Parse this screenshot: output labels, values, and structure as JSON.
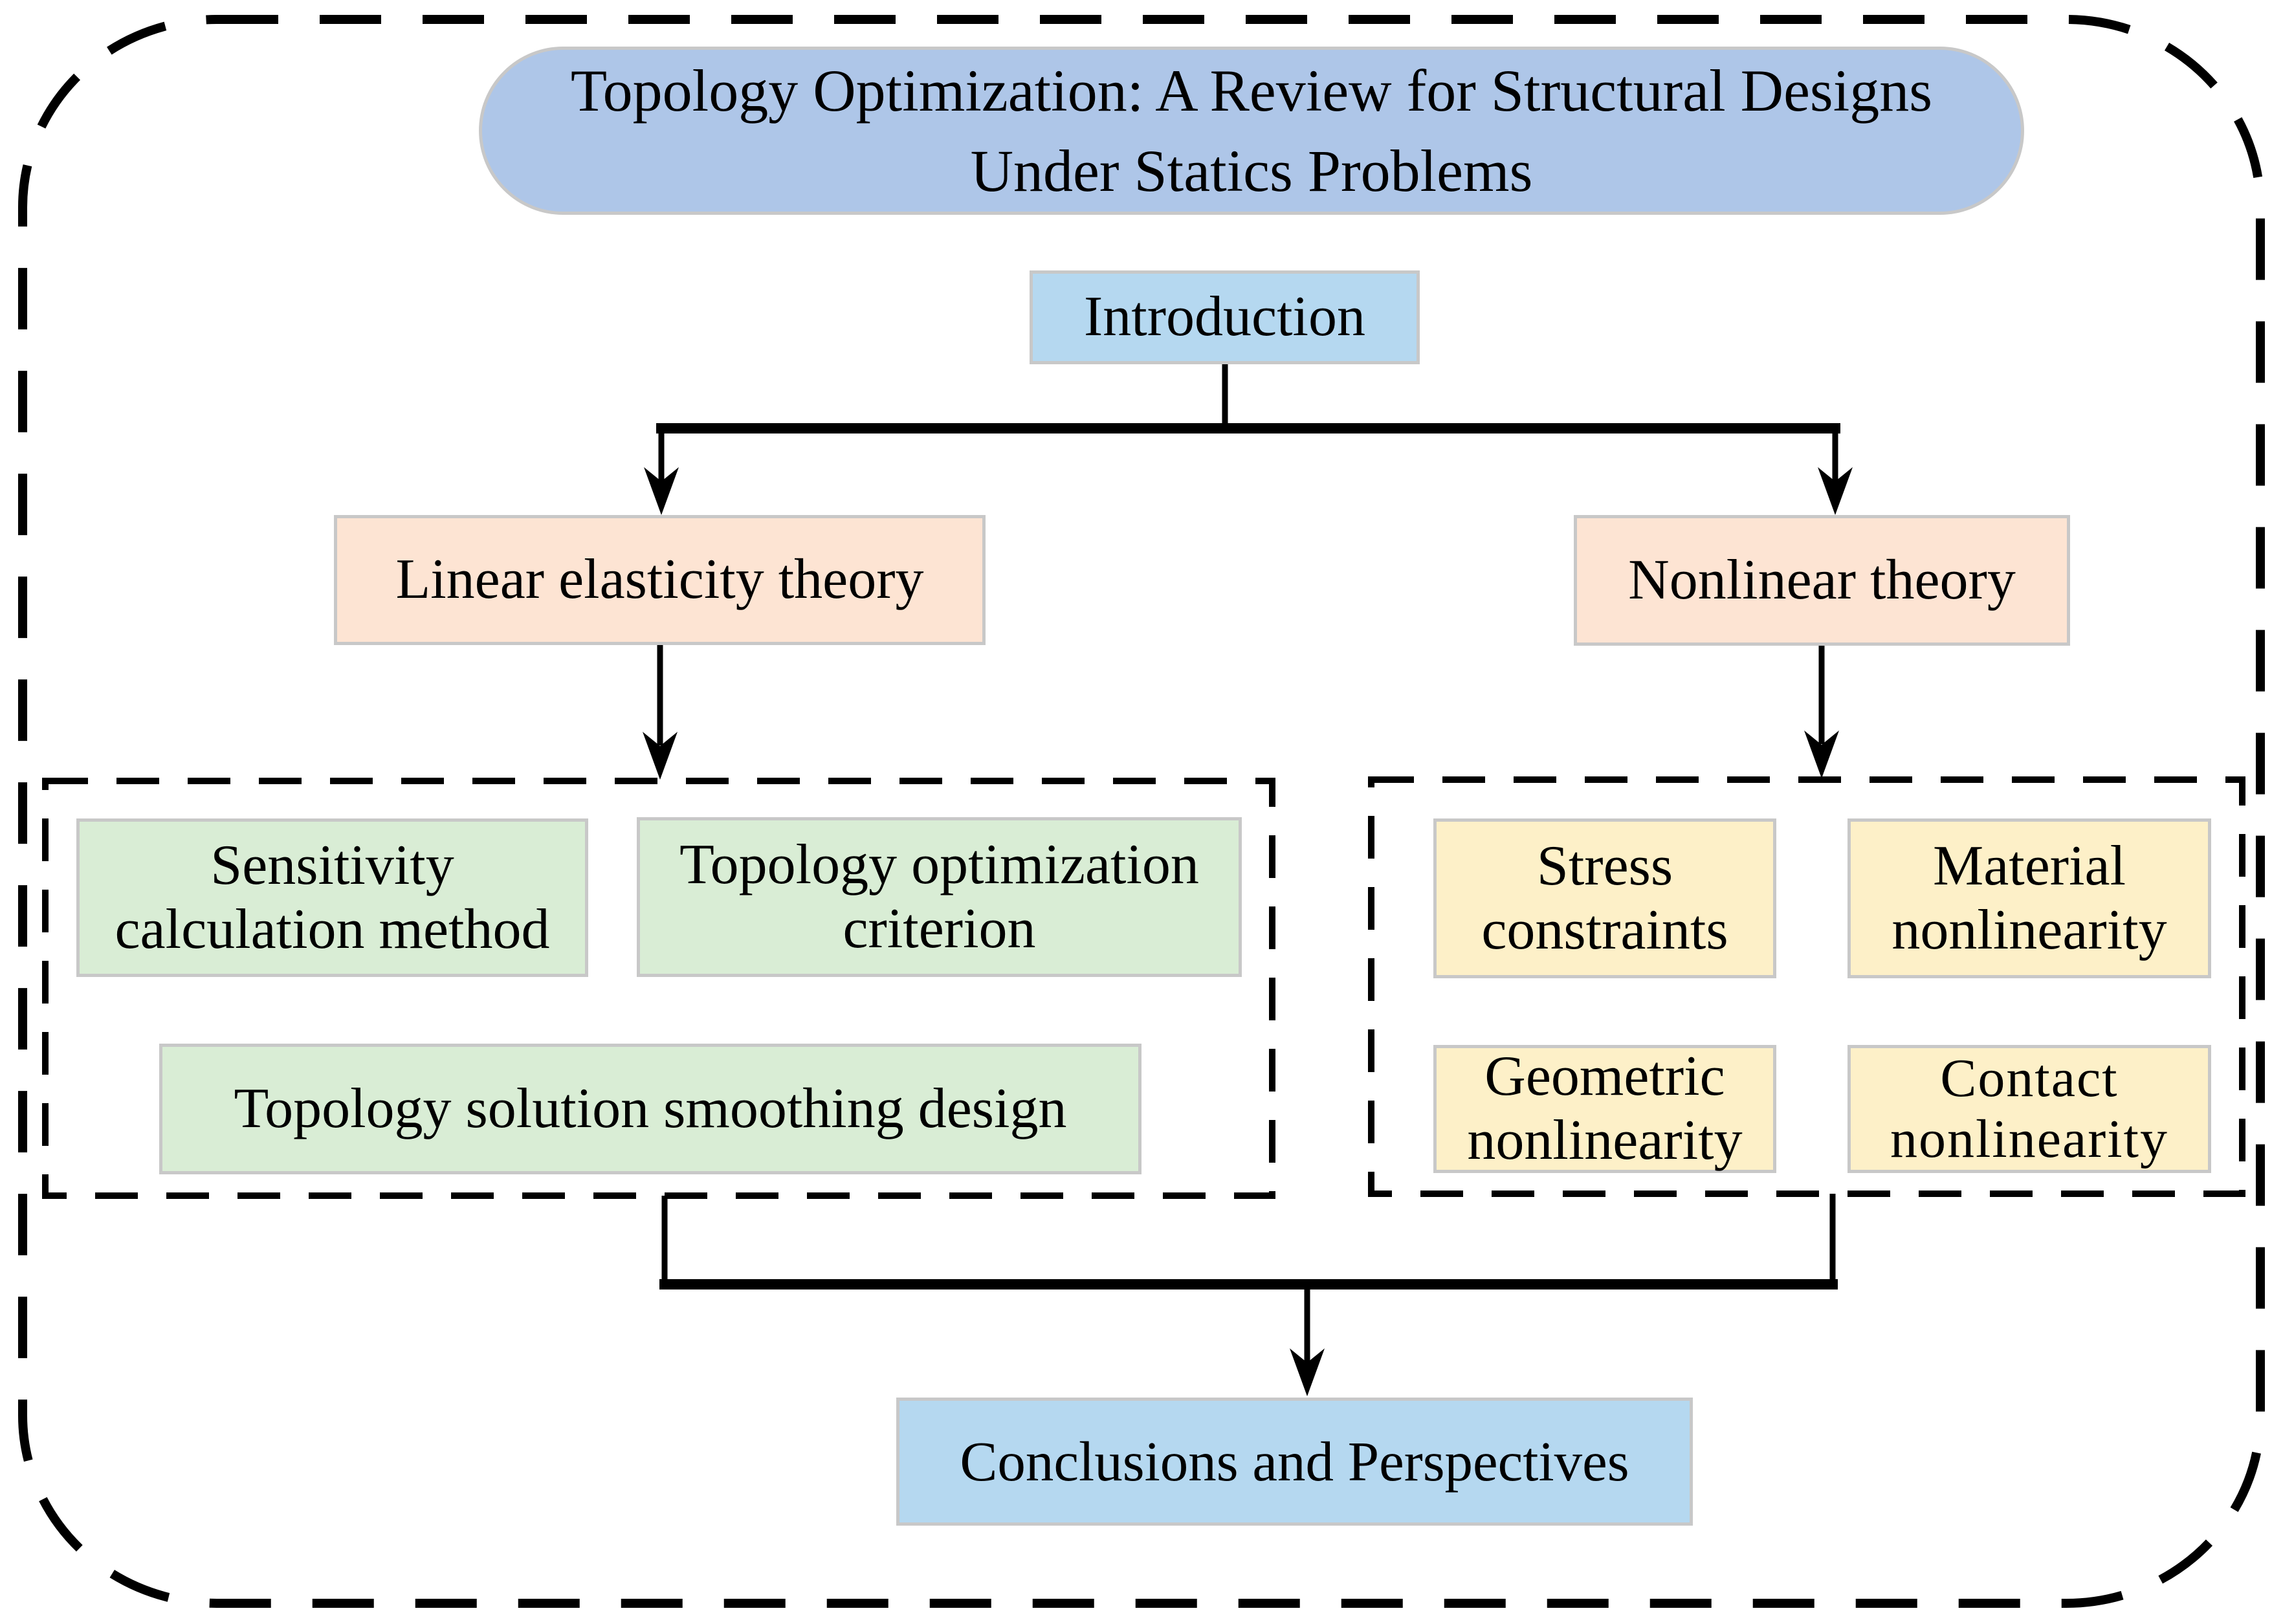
{
  "diagram": {
    "title": "Topology Optimization: A Review for Structural Designs Under Statics Problems",
    "title_lines": [
      "Topology Optimization: A Review for Structural Designs",
      "Under Statics Problems"
    ],
    "nodes": {
      "introduction": "Introduction",
      "linear_elasticity_theory": "Linear elasticity theory",
      "nonlinear_theory": "Nonlinear theory",
      "sensitivity_calculation_method": "Sensitivity calculation method",
      "topology_optimization_criterion": "Topology optimization criterion",
      "topology_solution_smoothing_design": "Topology solution smoothing design",
      "stress_constraints": "Stress constraints",
      "material_nonlinearity": "Material nonlinearity",
      "geometric_nonlinearity": "Geometric nonlinearity",
      "contact_nonlinearity": "Contact nonlinearity",
      "conclusions": "Conclusions and Perspectives"
    },
    "groups": {
      "linear_group": [
        "sensitivity_calculation_method",
        "topology_optimization_criterion",
        "topology_solution_smoothing_design"
      ],
      "nonlinear_group": [
        "stress_constraints",
        "material_nonlinearity",
        "geometric_nonlinearity",
        "contact_nonlinearity"
      ]
    },
    "edges": [
      {
        "from": "title",
        "to": "introduction",
        "arrow": false
      },
      {
        "from": "introduction",
        "to": "linear_elasticity_theory",
        "arrow": true
      },
      {
        "from": "introduction",
        "to": "nonlinear_theory",
        "arrow": true
      },
      {
        "from": "linear_elasticity_theory",
        "to": "linear_group",
        "arrow": true
      },
      {
        "from": "nonlinear_theory",
        "to": "nonlinear_group",
        "arrow": true
      },
      {
        "from": "linear_group",
        "to": "conclusions",
        "arrow": true
      },
      {
        "from": "nonlinear_group",
        "to": "conclusions",
        "arrow": true
      }
    ],
    "colors": {
      "title_fill": "#aec6e8",
      "blue_fill": "#b5d8f0",
      "peach_fill": "#fde4d3",
      "green_fill": "#d9edd5",
      "yellow_fill": "#fdf0c8",
      "box_border": "#c8c8c8",
      "line_color": "#000000"
    }
  }
}
